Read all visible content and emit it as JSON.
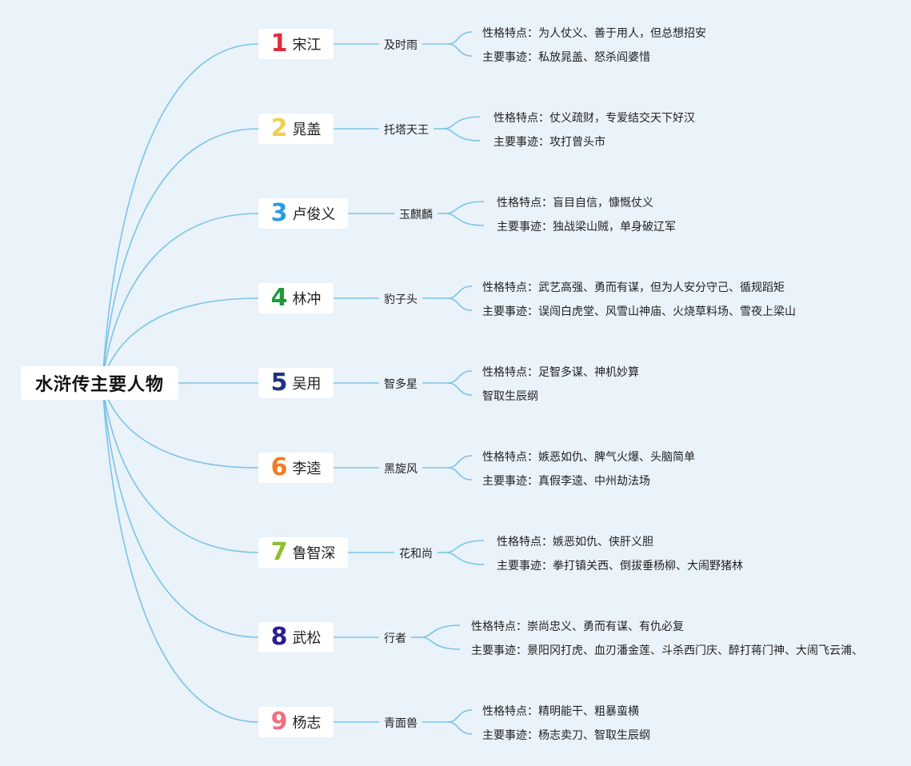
{
  "root": {
    "title": "水浒传主要人物"
  },
  "characters": [
    {
      "num": "1",
      "color": "#e02b3c",
      "name": "宋江",
      "nickname": "及时雨",
      "leaves": [
        "性格特点：为人仗义、善于用人，但总想招安",
        "主要事迹：私放晁盖、怒杀阎婆惜"
      ]
    },
    {
      "num": "2",
      "color": "#f3d04a",
      "name": "晁盖",
      "nickname": "托塔天王",
      "leaves": [
        "性格特点：仗义疏财，专爱结交天下好汉",
        "主要事迹：攻打曾头市"
      ]
    },
    {
      "num": "3",
      "color": "#2c9be0",
      "name": "卢俊义",
      "nickname": "玉麒麟",
      "leaves": [
        "性格特点：盲目自信，慷慨仗义",
        "主要事迹：独战梁山贼，单身破辽军"
      ]
    },
    {
      "num": "4",
      "color": "#1e9a3a",
      "name": "林冲",
      "nickname": "豹子头",
      "leaves": [
        "性格特点：武艺高强、勇而有谋，但为人安分守己、循规蹈矩",
        "主要事迹：误闯白虎堂、风雪山神庙、火烧草料场、雪夜上梁山"
      ]
    },
    {
      "num": "5",
      "color": "#1f3284",
      "name": "吴用",
      "nickname": "智多星",
      "leaves": [
        "性格特点：足智多谋、神机妙算",
        "智取生辰纲"
      ]
    },
    {
      "num": "6",
      "color": "#f07a22",
      "name": "李逵",
      "nickname": "黑旋风",
      "leaves": [
        "性格特点：嫉恶如仇、脾气火爆、头脑简单",
        "主要事迹：真假李逵、中州劫法场"
      ]
    },
    {
      "num": "7",
      "color": "#8cbf2c",
      "name": "鲁智深",
      "nickname": "花和尚",
      "leaves": [
        "性格特点：嫉恶如仇、侠肝义胆",
        "主要事迹：拳打镇关西、倒拔垂杨柳、大闹野猪林"
      ]
    },
    {
      "num": "8",
      "color": "#2a1d8f",
      "name": "武松",
      "nickname": "行者",
      "leaves": [
        "性格特点：崇尚忠义、勇而有谋、有仇必复",
        "主要事迹：景阳冈打虎、血刃潘金莲、斗杀西门庆、醉打蒋门神、大闹飞云浦、"
      ]
    },
    {
      "num": "9",
      "color": "#ef6f7e",
      "name": "杨志",
      "nickname": "青面兽",
      "leaves": [
        "性格特点：精明能干、粗暴蛮横",
        "主要事迹：杨志卖刀、智取生辰纲"
      ]
    }
  ],
  "colors": {
    "background": "#eaf2fa",
    "connector": "#7cc4e4"
  }
}
